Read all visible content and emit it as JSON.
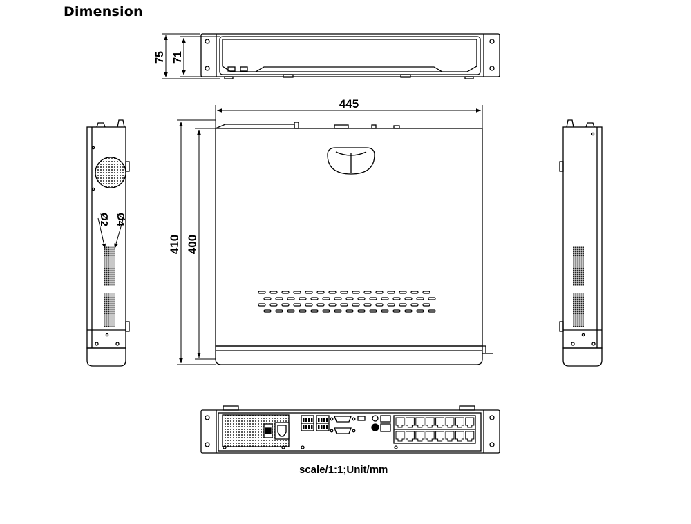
{
  "title": "Dimension",
  "caption": "scale/1:1;Unit/mm",
  "dimensions": {
    "front_height_total": "75",
    "front_height_body": "71",
    "width": "445",
    "depth_total": "410",
    "depth_body": "400",
    "hole_large": "Ø4",
    "hole_small": "Ø2"
  }
}
